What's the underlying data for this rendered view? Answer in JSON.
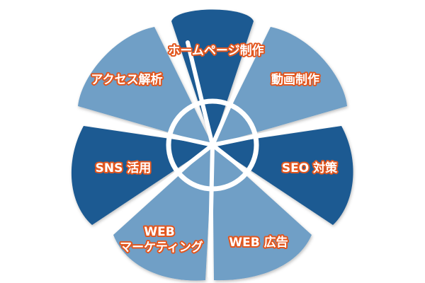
{
  "colors": {
    "petal_dark": "#1b5a92",
    "petal_light": "#6f9fc6",
    "label_outline": "#e2561e",
    "label_fill": "#ffffff",
    "hub_ring": "#ffffff"
  },
  "petals": [
    {
      "id": "homepage",
      "tone": "dark",
      "lines": [
        "ホームページ制作"
      ]
    },
    {
      "id": "video",
      "tone": "light",
      "lines": [
        "動画制作"
      ]
    },
    {
      "id": "seo",
      "tone": "dark",
      "lines": [
        "SEO 対策"
      ]
    },
    {
      "id": "web-ads",
      "tone": "light",
      "lines": [
        "WEB 広告"
      ]
    },
    {
      "id": "web-marketing",
      "tone": "light",
      "lines": [
        "WEB",
        "マーケティング"
      ]
    },
    {
      "id": "sns",
      "tone": "dark",
      "lines": [
        "SNS 活用"
      ]
    },
    {
      "id": "analysis",
      "tone": "light",
      "lines": [
        "アクセス解析"
      ]
    }
  ]
}
